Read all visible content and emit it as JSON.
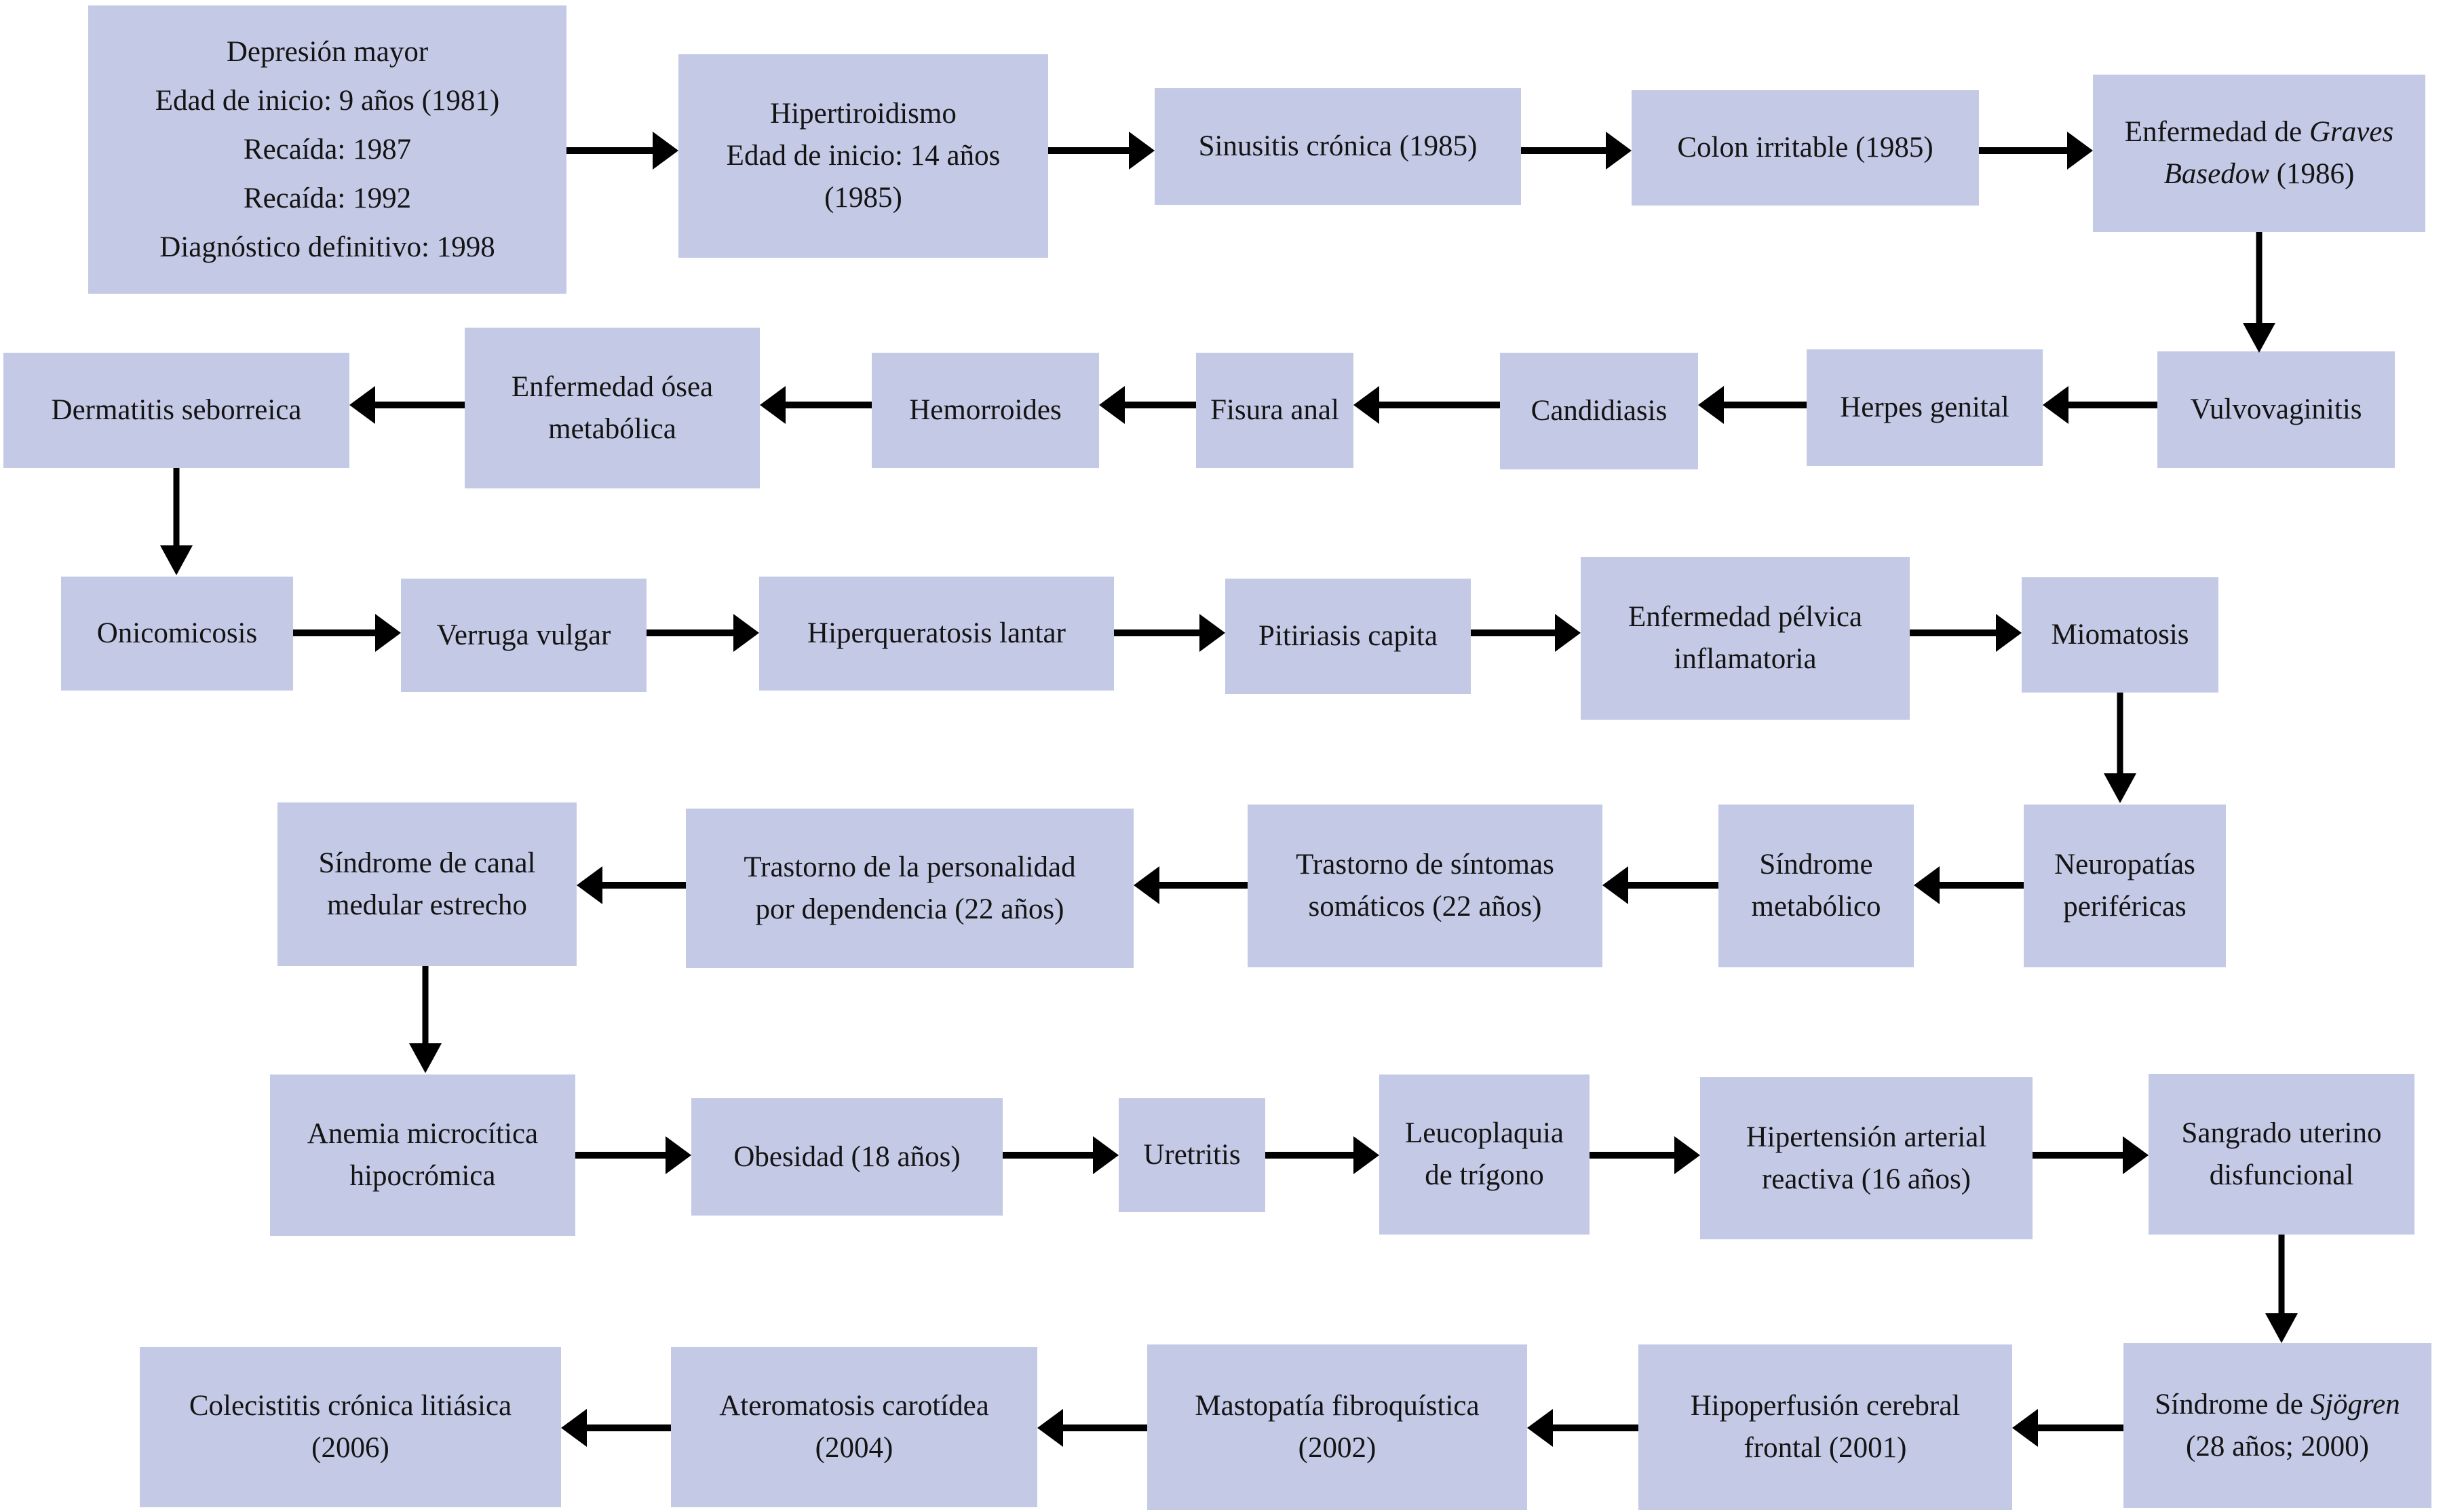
{
  "colors": {
    "background": "#ffffff",
    "box_fill": "#c4cae6",
    "arrow": "#000000",
    "text": "#141414"
  },
  "nodes": {
    "depresion": {
      "lines": [
        "Depresión mayor",
        "Edad de inicio: 9 años (1981)",
        "Recaída: 1987",
        "Recaída: 1992",
        "Diagnóstico definitivo: 1998"
      ]
    },
    "hipertiroidismo": {
      "lines": [
        "Hipertiroidismo",
        "Edad de inicio: 14 años",
        "(1985)"
      ]
    },
    "sinusitis": {
      "lines": [
        "Sinusitis crónica (1985)"
      ]
    },
    "colon": {
      "lines": [
        "Colon irritable (1985)"
      ]
    },
    "graves": {
      "l1_normal": "Enfermedad de ",
      "l1_italic": "Graves",
      "l2_italic": "Basedow",
      "l2_normal": " (1986)"
    },
    "vulvovaginitis": {
      "lines": [
        "Vulvovaginitis"
      ]
    },
    "herpes": {
      "lines": [
        "Herpes genital"
      ]
    },
    "candidiasis": {
      "lines": [
        "Candidiasis"
      ]
    },
    "fisura": {
      "lines": [
        "Fisura anal"
      ]
    },
    "hemorroides": {
      "lines": [
        "Hemorroides"
      ]
    },
    "osea": {
      "lines": [
        "Enfermedad ósea",
        "metabólica"
      ]
    },
    "dermatitis": {
      "lines": [
        "Dermatitis seborreica"
      ]
    },
    "onicomicosis": {
      "lines": [
        "Onicomicosis"
      ]
    },
    "verruga": {
      "lines": [
        "Verruga vulgar"
      ]
    },
    "hiperqueratosis": {
      "lines": [
        "Hiperqueratosis lantar"
      ]
    },
    "pitiriasis": {
      "lines": [
        "Pitiriasis capita"
      ]
    },
    "pelvica": {
      "lines": [
        "Enfermedad pélvica",
        "inflamatoria"
      ]
    },
    "miomatosis": {
      "lines": [
        "Miomatosis"
      ]
    },
    "neuropatias": {
      "lines": [
        "Neuropatías",
        "periféricas"
      ]
    },
    "metabolico": {
      "lines": [
        "Síndrome",
        "metabólico"
      ]
    },
    "somaticos": {
      "lines": [
        "Trastorno de síntomas",
        "somáticos (22 años)"
      ]
    },
    "personalidad": {
      "lines": [
        "Trastorno de la personalidad",
        "por dependencia (22 años)"
      ]
    },
    "canal": {
      "lines": [
        "Síndrome de canal",
        "medular estrecho"
      ]
    },
    "anemia": {
      "lines": [
        "Anemia microcítica",
        "hipocrómica"
      ]
    },
    "obesidad": {
      "lines": [
        "Obesidad (18 años)"
      ]
    },
    "uretritis": {
      "lines": [
        "Uretritis"
      ]
    },
    "leucoplaquia": {
      "lines": [
        "Leucoplaquia",
        "de trígono"
      ]
    },
    "hipertension": {
      "lines": [
        "Hipertensión arterial",
        "reactiva (16 años)"
      ]
    },
    "sangrado": {
      "lines": [
        "Sangrado uterino",
        "disfuncional"
      ]
    },
    "sjogren": {
      "l1_normal": "Síndrome de ",
      "l1_italic": "Sjögren",
      "l2": "(28 años; 2000)"
    },
    "hipoperfusion": {
      "lines": [
        "Hipoperfusión cerebral",
        "frontal (2001)"
      ]
    },
    "mastopatia": {
      "lines": [
        "Mastopatía fibroquística",
        "(2002)"
      ]
    },
    "ateromatosis": {
      "lines": [
        "Ateromatosis carotídea",
        "(2004)"
      ]
    },
    "colecistitis": {
      "lines": [
        "Colecistitis crónica litiásica",
        "(2006)"
      ]
    }
  }
}
